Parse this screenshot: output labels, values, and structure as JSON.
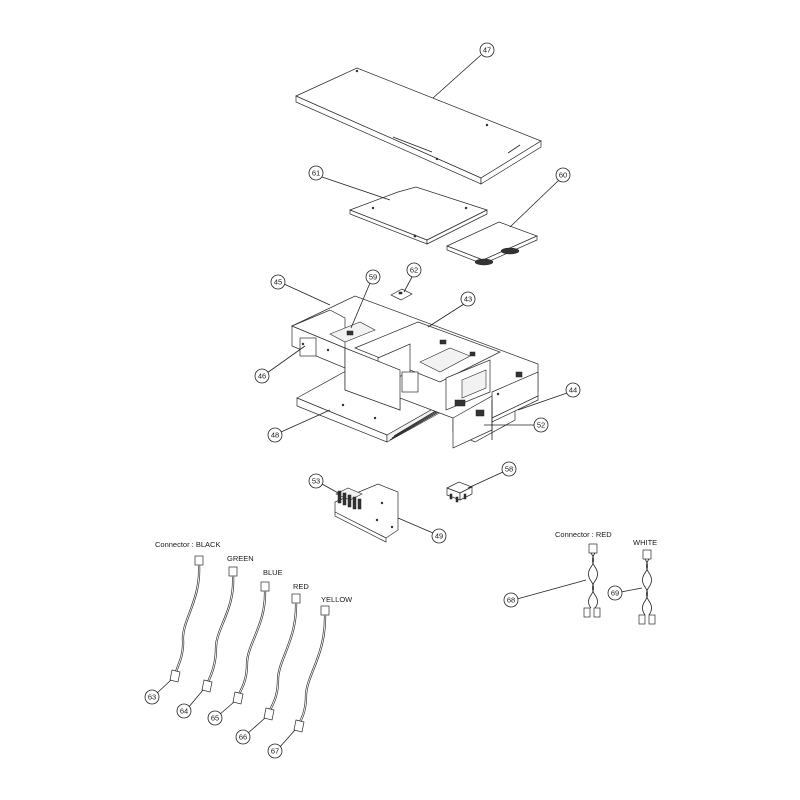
{
  "callouts": {
    "c47": "47",
    "c61": "61",
    "c60": "60",
    "c62": "62",
    "c59": "59",
    "c45": "45",
    "c43": "43",
    "c46": "46",
    "c44": "44",
    "c52": "52",
    "c48": "48",
    "c53": "53",
    "c58": "58",
    "c49": "49",
    "c63": "63",
    "c64": "64",
    "c65": "65",
    "c66": "66",
    "c67": "67",
    "c68": "68",
    "c69": "69"
  },
  "labels": {
    "black": "Connector : BLACK",
    "green": "GREEN",
    "blue": "BLUE",
    "red": "RED",
    "yellow": "YELLOW",
    "red_connector": "Connector : RED",
    "white": "WHITE"
  }
}
